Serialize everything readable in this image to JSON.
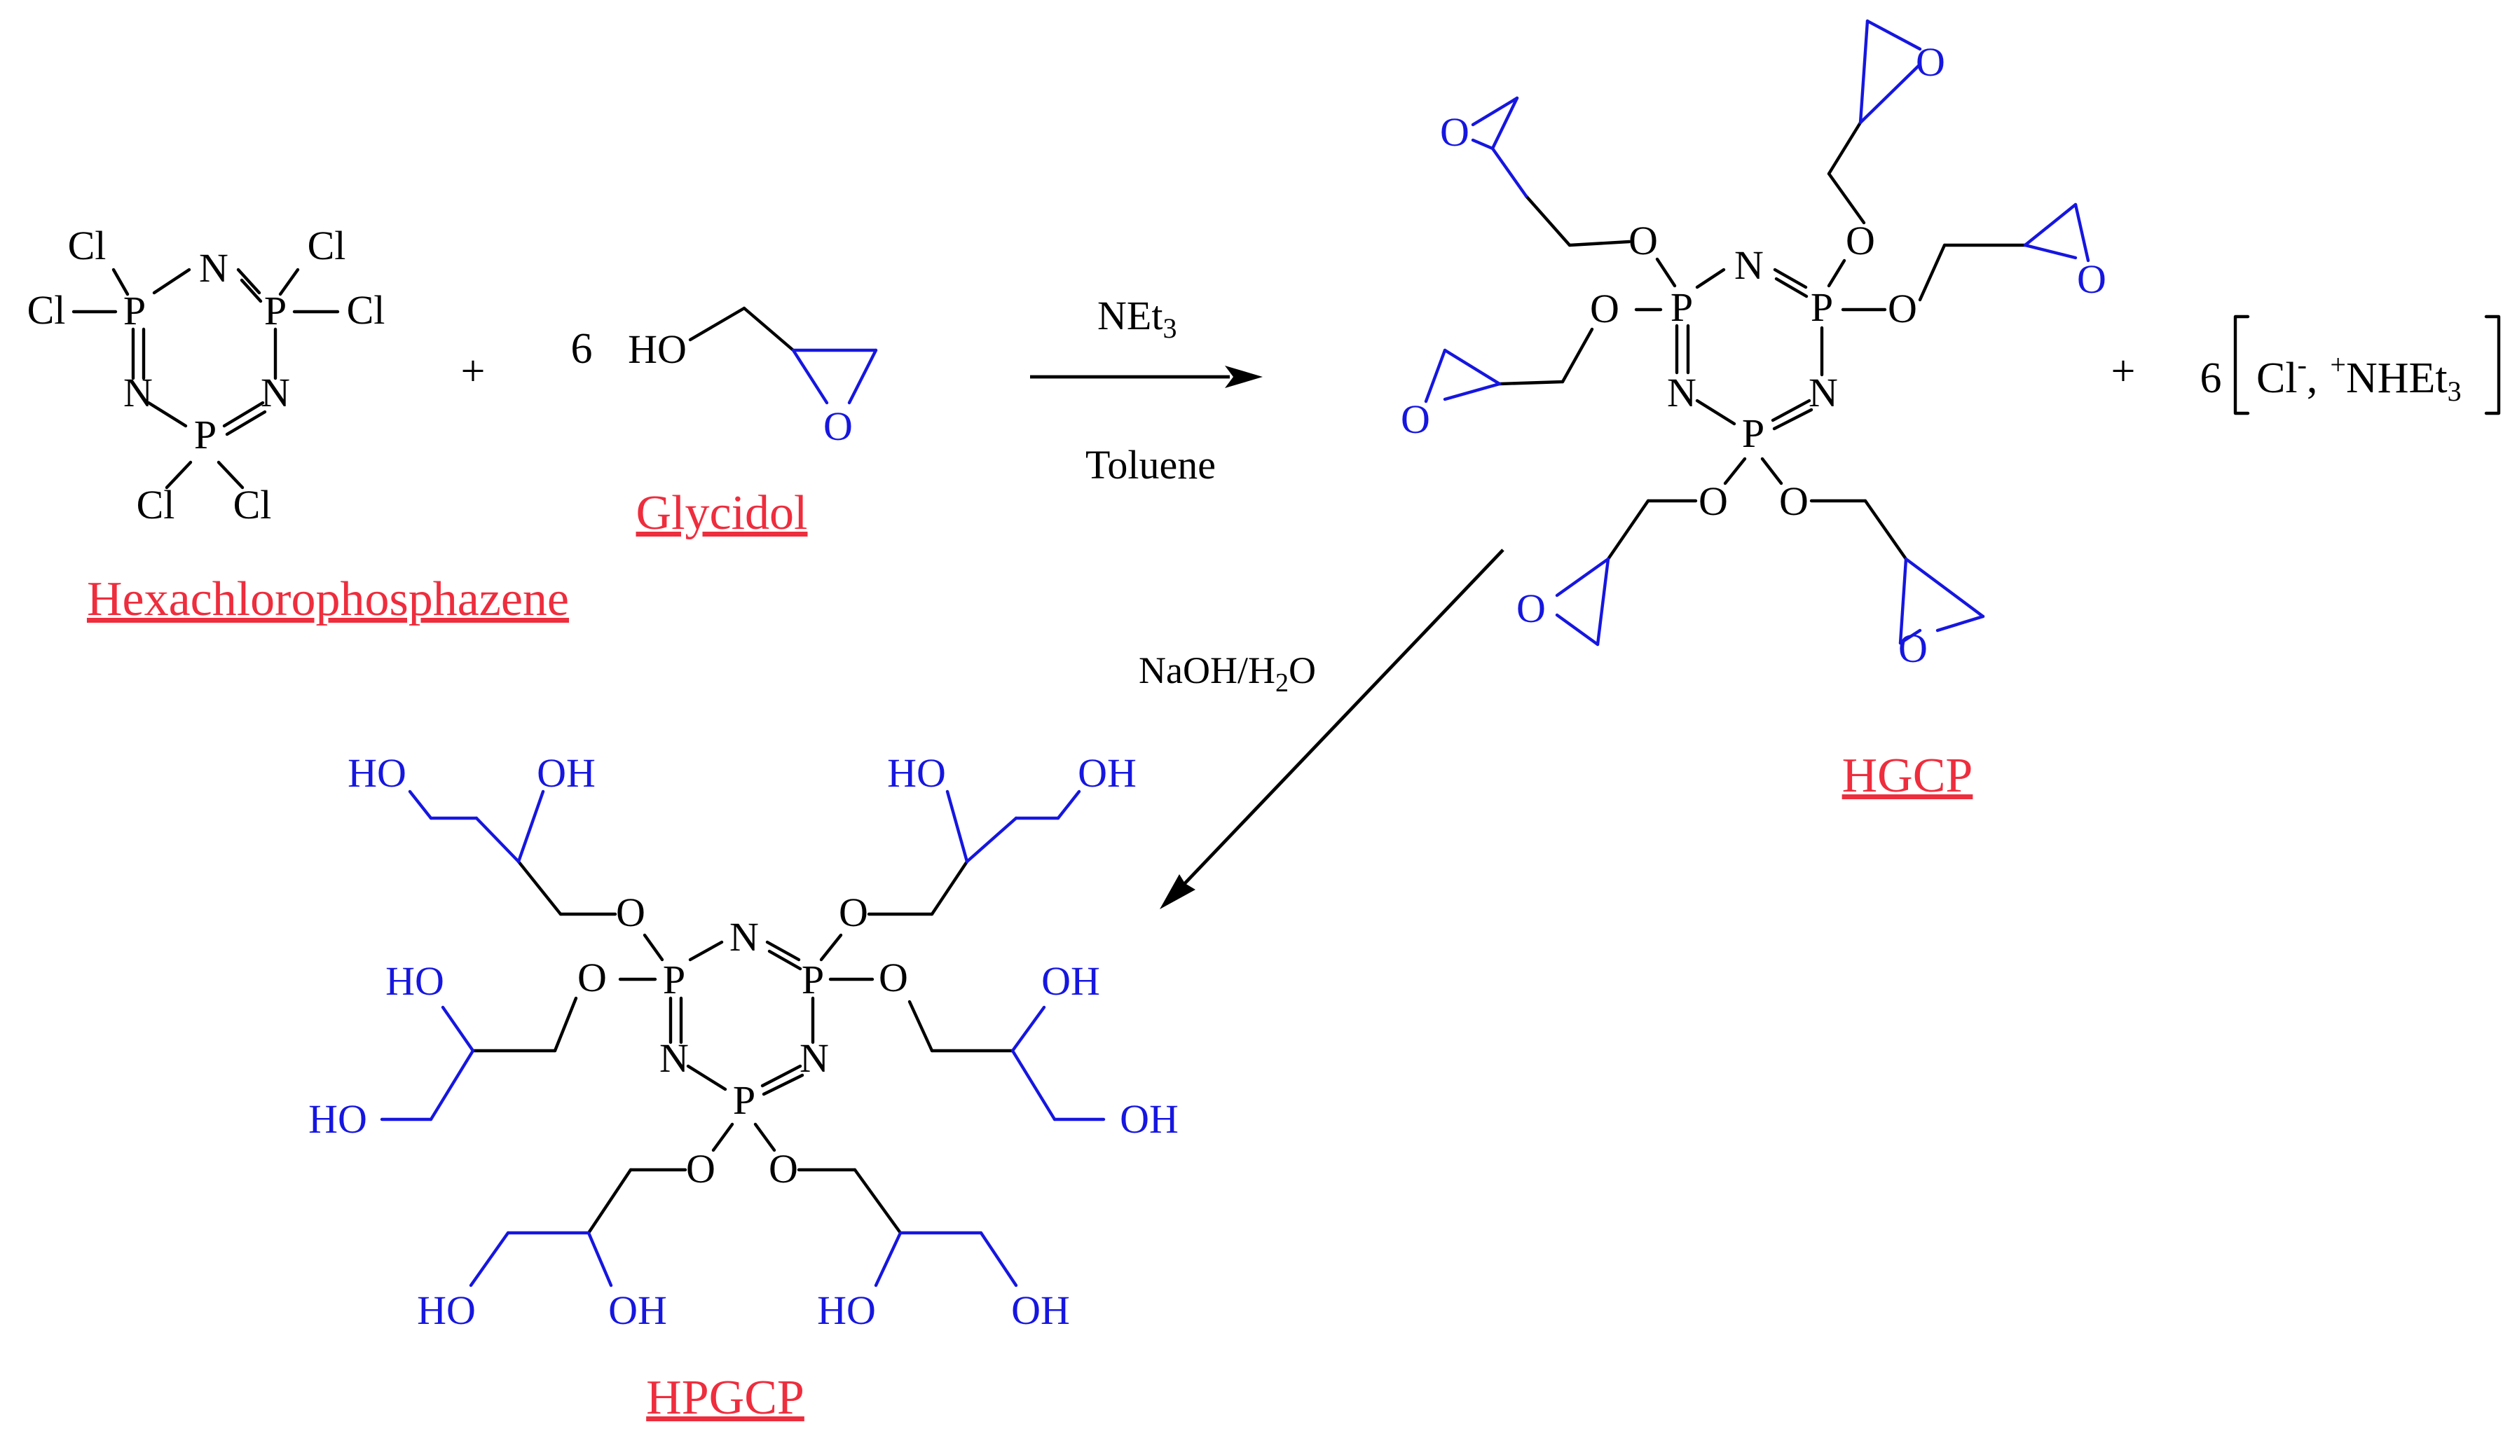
{
  "compounds": {
    "hexachlorophosphazene": {
      "name": "Hexachlorophosphazene"
    },
    "glycidol": {
      "name": "Glycidol",
      "coefficient": "6"
    },
    "hgcp": {
      "name": "HGCP"
    },
    "hpgcp": {
      "name": "HPGCP"
    }
  },
  "byproduct": {
    "coefficient": "6",
    "anion": "Cl",
    "anion_charge": "-",
    "separator": ",",
    "cation_charge": "+",
    "cation": "NHEt",
    "cation_sub": "3"
  },
  "reactions": {
    "step1": {
      "reagent": "NEt",
      "reagent_sub": "3",
      "solvent": "Toluene"
    },
    "step2": {
      "cond_a": "NaOH/H",
      "cond_sub": "2",
      "cond_b": "O"
    }
  },
  "plus_sign": "+",
  "atoms": {
    "P": "P",
    "N": "N",
    "Cl": "Cl",
    "O": "O",
    "HO": "HO",
    "OH": "OH"
  },
  "colors": {
    "bond": "#000000",
    "functional_group": "#1616e0",
    "compound_name": "#ee2d3d"
  }
}
